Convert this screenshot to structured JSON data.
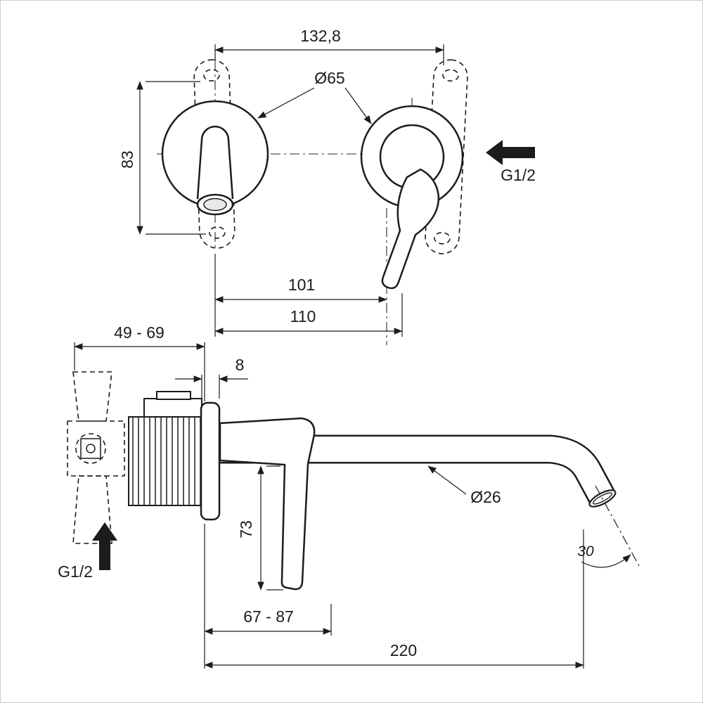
{
  "canvas": {
    "background": "#ffffff",
    "line_color": "#1c1c1c",
    "border_color": "#cccccc",
    "subject": "wall-mounted basin mixer tap dimensional drawing"
  },
  "top_view": {
    "dim_width_between_centers": "132,8",
    "dim_escutcheon_diameter": "Ø65",
    "dim_vertical_extent": "83",
    "inlet_label": "G1/2",
    "dim_spout_to_handle": "101",
    "dim_spout_to_handle_outer": "110"
  },
  "side_view": {
    "dim_installation_depth_range": "49 - 69",
    "dim_trim_thickness": "8",
    "dim_handle_drop": "73",
    "dim_spout_diameter": "Ø26",
    "dim_handle_projection_range": "67 - 87",
    "dim_spout_reach": "220",
    "dim_spout_angle": "30",
    "inlet_label": "G1/2"
  }
}
